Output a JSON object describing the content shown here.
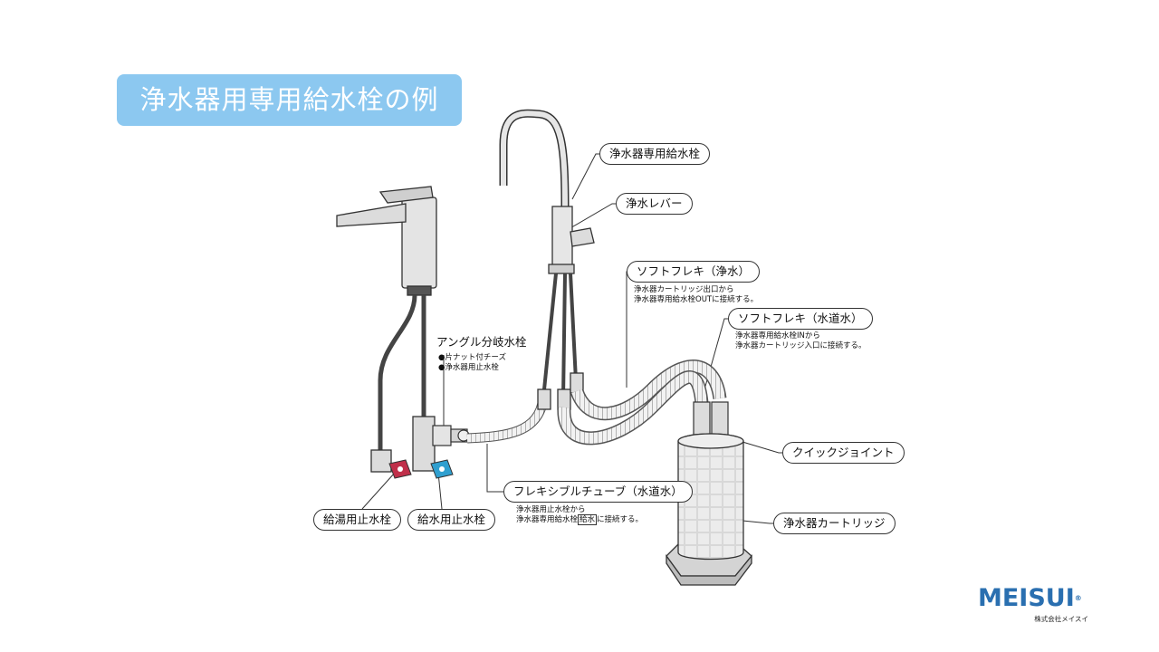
{
  "title": "浄水器用専用給水栓の例",
  "labels": {
    "faucet": "浄水器専用給水栓",
    "lever": "浄水レバー",
    "soft_flex_clean": "ソフトフレキ（浄水）",
    "soft_flex_clean_note_1": "浄水器カートリッジ出口から",
    "soft_flex_clean_note_2": "浄水器専用給水栓OUTに接続する。",
    "soft_flex_tap": "ソフトフレキ（水道水）",
    "soft_flex_tap_note_1": "浄水器専用給水栓INから",
    "soft_flex_tap_note_2": "浄水器カートリッジ入口に接続する。",
    "angle_valve": "アングル分岐水栓",
    "angle_valve_sub_1": "●片ナット付チーズ",
    "angle_valve_sub_2": "●浄水器用止水栓",
    "quick_joint": "クイックジョイント",
    "flexible_tube": "フレキシブルチューブ（水道水）",
    "flexible_tube_note_1": "浄水器用止水栓から",
    "flexible_tube_note_2a": "浄水器専用給水栓",
    "flexible_tube_note_2b": "給水",
    "flexible_tube_note_2c": "に接続する。",
    "cartridge": "浄水器カートリッジ",
    "hot_valve": "給湯用止水栓",
    "cold_valve": "給水用止水栓"
  },
  "logo": {
    "word": "MEISUI",
    "company": "株式会社メイスイ"
  },
  "colors": {
    "title_bg": "#8cc8f0",
    "hot_handle": "#c0304a",
    "cold_handle": "#2f9fcf",
    "logo_blue": "#2a6fb0"
  }
}
